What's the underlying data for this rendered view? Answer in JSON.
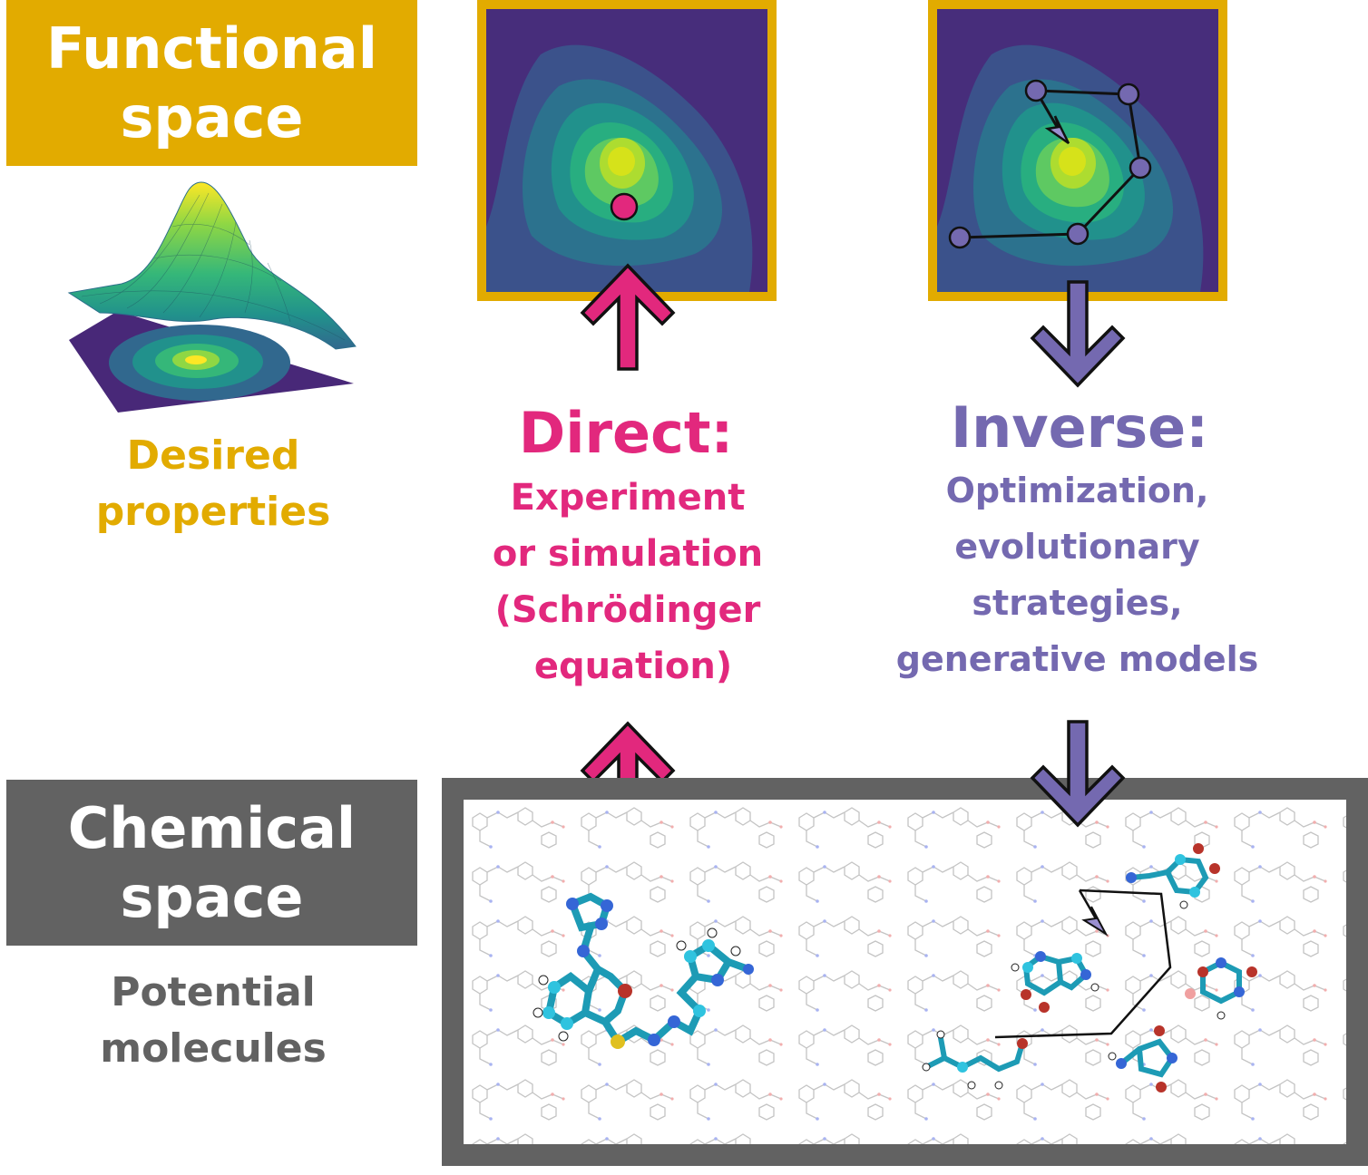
{
  "functional": {
    "title_lines": [
      "Functional",
      "space"
    ],
    "caption_lines": [
      "Desired",
      "properties"
    ]
  },
  "chemical": {
    "title_lines": [
      "Chemical",
      "space"
    ],
    "caption_lines": [
      "Potential",
      "molecules"
    ]
  },
  "direct": {
    "title": "Direct:",
    "description_lines": [
      "Experiment",
      "or simulation",
      "(Schrödinger",
      "equation)"
    ]
  },
  "inverse": {
    "title": "Inverse:",
    "description_lines": [
      "Optimization,",
      "evolutionary",
      "strategies,",
      "generative models"
    ]
  },
  "colors": {
    "functional_accent": "#e2ab00",
    "chemical_accent": "#626262",
    "direct_accent": "#e2287d",
    "inverse_accent": "#7469b0",
    "contour_palette": [
      "#440154",
      "#3b528b",
      "#2c728e",
      "#21918c",
      "#28ae80",
      "#5ec962",
      "#addc30",
      "#fde725"
    ]
  },
  "icons": [
    "surface-plot-icon",
    "contour-map-icon",
    "up-arrow-icon",
    "down-arrow-icon",
    "molecule-icon"
  ]
}
